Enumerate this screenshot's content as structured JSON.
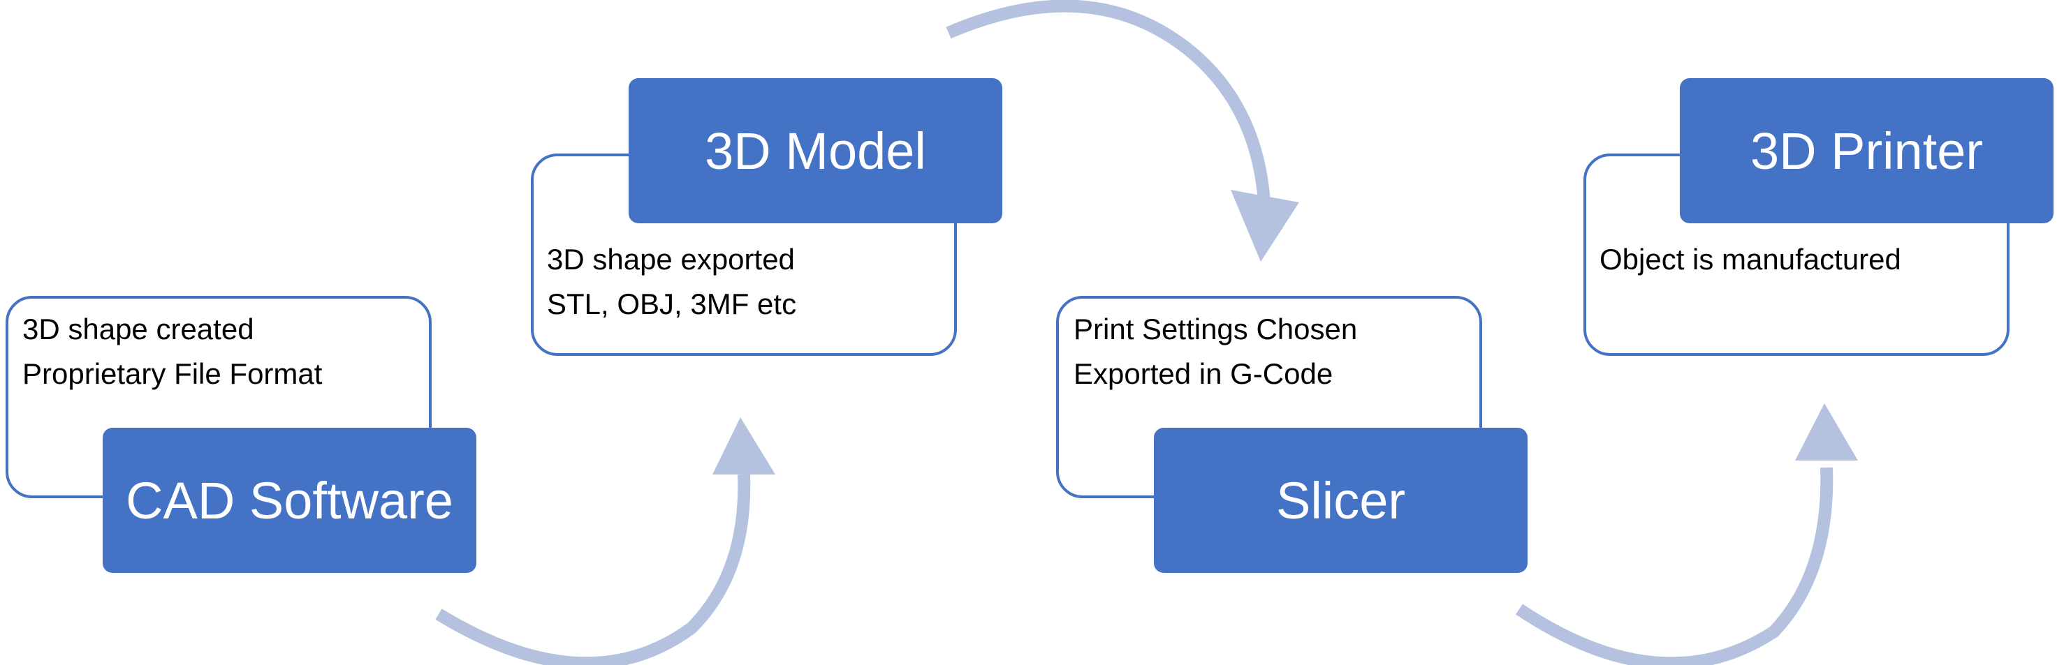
{
  "steps": [
    {
      "title": "CAD Software",
      "lines": [
        "3D shape created",
        "Proprietary File Format"
      ]
    },
    {
      "title": "3D Model",
      "lines": [
        "3D shape exported",
        "STL, OBJ, 3MF etc"
      ]
    },
    {
      "title": "Slicer",
      "lines": [
        "Print Settings Chosen",
        "Exported in G-Code"
      ]
    },
    {
      "title": "3D Printer",
      "lines": [
        "Object is manufactured"
      ]
    }
  ],
  "colors": {
    "title_fill": "#4472c4",
    "box_border": "#4472c4",
    "arrow": "#b4c2e0",
    "text": "#000000",
    "title_text": "#ffffff"
  }
}
